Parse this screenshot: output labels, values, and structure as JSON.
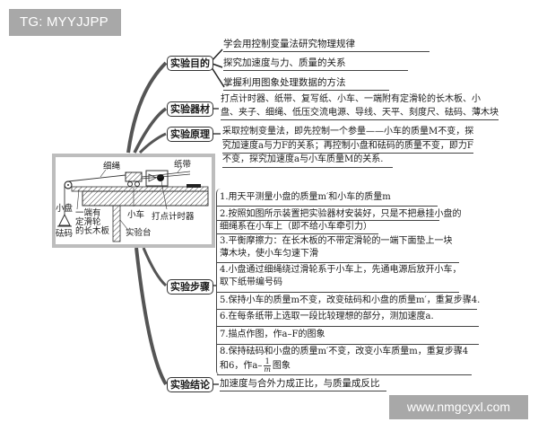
{
  "watermarks": {
    "top": "TG: MYYJJPP",
    "bottom": "www.nmgcyxl.com"
  },
  "nodes": {
    "purpose": {
      "label": "实验目的",
      "items": [
        "学会用控制变量法研究物理规律",
        "探究加速度与力、质量的关系",
        "掌握利用图象处理数据的方法"
      ]
    },
    "equipment": {
      "label": "实验器材",
      "lines": [
        "打点计时器、纸带、复写纸、小车、一端附有定滑轮的长木板、小",
        "盘、夹子、细绳、低压交流电源、导线、天平、刻度尺、砝码、薄木块"
      ]
    },
    "principle": {
      "label": "实验原理",
      "lines": [
        "采取控制变量法，即先控制一个参量——小车的质量M不变，探",
        "究加速度a与力F的关系；再控制小盘和砝码的质量不变，即力F",
        "不变，探究加速度a与小车质量M的关系."
      ]
    },
    "steps": {
      "label": "实验步骤",
      "items": [
        {
          "lines": [
            "1.用天平测量小盘的质量m′和小车的质量m"
          ]
        },
        {
          "lines": [
            "2.按照如图所示装置把实验器材安装好，只是不把悬挂小盘的",
            "细绳系在小车上（即不给小车牵引力）"
          ]
        },
        {
          "lines": [
            "3.平衡摩擦力：在长木板的不带定滑轮的一端下面垫上一块",
            "薄木块，使小车匀速下滑"
          ]
        },
        {
          "lines": [
            "4.小盘通过细绳绕过滑轮系于小车上，先通电源后放开小车，",
            "取下纸带编号码"
          ]
        },
        {
          "lines": [
            "5.保持小车的质量m不变，改变砝码和小盘的质量m′，重复步骤4."
          ]
        },
        {
          "lines": [
            "6.在每条纸带上选取一段比较理想的部分，测加速度a."
          ]
        },
        {
          "lines": [
            "7.描点作图，作a–F的图象"
          ]
        },
        {
          "lines": [
            "8.保持砝码和小盘的质量m′不变，改变小车质量m，重复步骤4"
          ],
          "last_prefix": "和6，作a–",
          "frac_num": "1",
          "frac_den": "m",
          "last_suffix": "图象"
        }
      ]
    },
    "conclusion": {
      "label": "实验结论",
      "text": "加速度与合外力成正比，与质量成反比"
    }
  },
  "apparatus": {
    "labels": {
      "rope": "细绳",
      "tape": "纸带",
      "tray": "小盘",
      "board_1": "一端有",
      "board_2": "定滑轮",
      "board_3": "的长木板",
      "weights": "砝码",
      "cart": "小车",
      "timer": "打点计时器",
      "table": "实验台"
    }
  }
}
